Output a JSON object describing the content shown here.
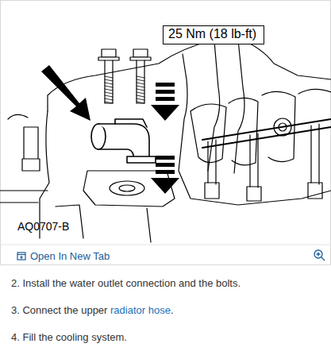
{
  "diagram": {
    "nodes": [
      {
        "text": [
          "25 Nm (18 lb-ft)"
        ]
      }
    ],
    "labels": [
      "AQ0707-B",
      "Open In New Tab",
      "2. Install the water outlet connection and the bolts.",
      "3. Connect the upper",
      "radiator hose",
      ".",
      "4. Fill the cooling system."
    ]
  }
}
